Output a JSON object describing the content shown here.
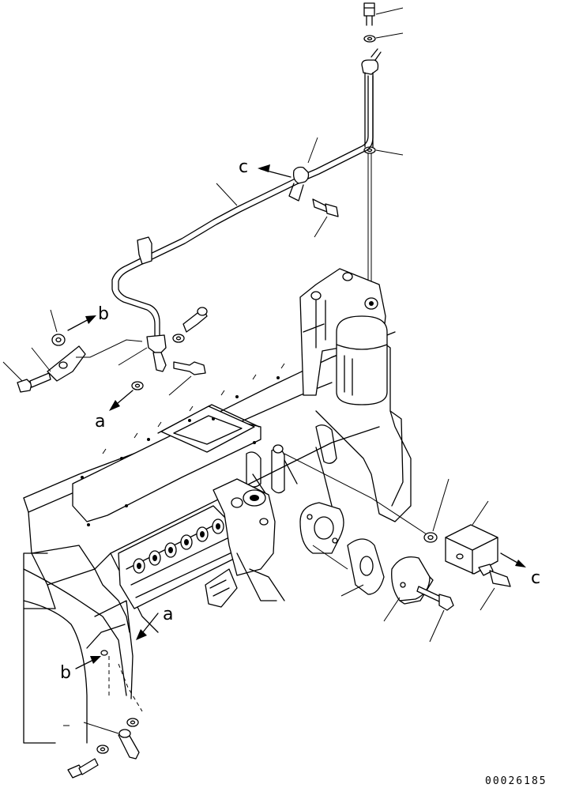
{
  "labels": {
    "c_top": "c",
    "c_right": "c",
    "b_upper": "b",
    "b_lower": "b",
    "a_upper": "a",
    "a_lower": "a"
  },
  "document_number": "00026185"
}
